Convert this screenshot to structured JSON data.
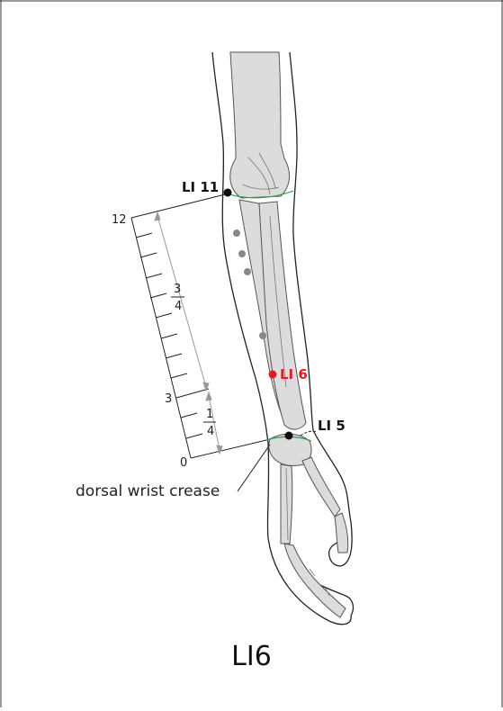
{
  "points": {
    "li11": "LI 11",
    "li6": "LI 6",
    "li5": "LI 5"
  },
  "scale": {
    "top": "12",
    "mid": "3",
    "bottom": "0",
    "fraction_upper": {
      "num": "3",
      "den": "4"
    },
    "fraction_lower": {
      "num": "1",
      "den": "4"
    }
  },
  "annotation": "dorsal wrist crease",
  "title": "LI6",
  "colors": {
    "highlight": "#e01b24",
    "point": "#111111",
    "secondary_point": "#888888",
    "crease": "#2e9b4e",
    "bone_fill": "#dcdcdc",
    "outline": "#222222",
    "scale_arrow": "#999999"
  }
}
